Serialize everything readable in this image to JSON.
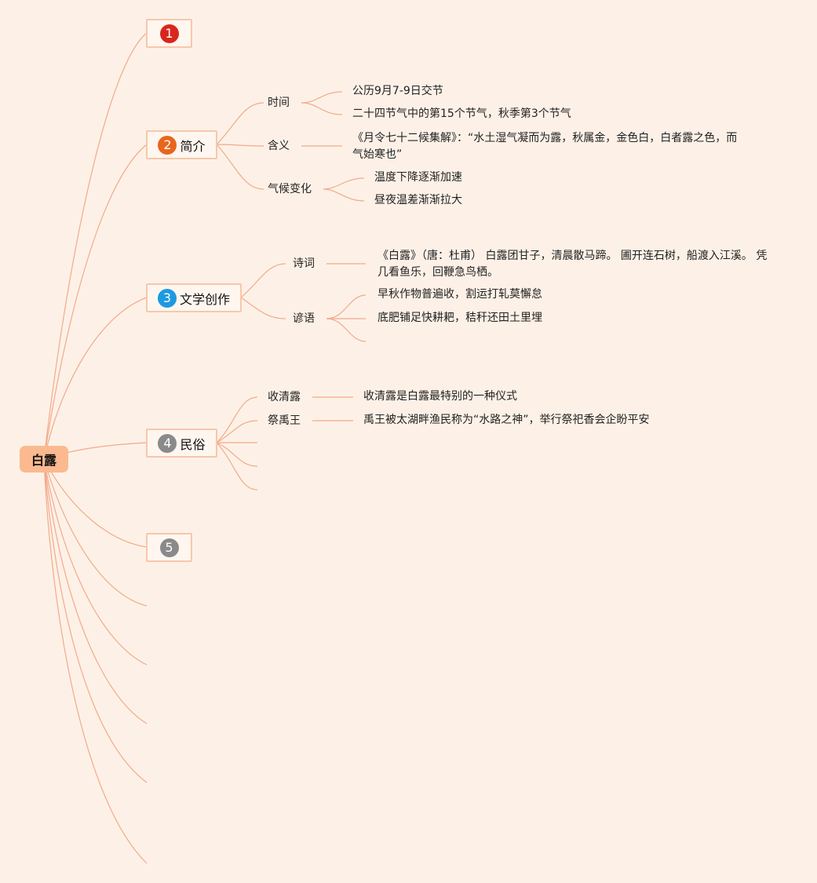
{
  "root": {
    "label": "白露",
    "color": "#fbb98f"
  },
  "colors": {
    "background": "#fdf1e7",
    "line": "#f4a98a",
    "branch_border": "#f8c7ab"
  },
  "branches": [
    {
      "number": "1",
      "label": "",
      "badge_color": "#d9261c"
    },
    {
      "number": "2",
      "label": "简介",
      "badge_color": "#e8661c",
      "children": [
        {
          "label": "时间",
          "leaves": [
            "公历9月7-9日交节",
            "二十四节气中的第15个节气，秋季第3个节气"
          ]
        },
        {
          "label": "含义",
          "leaves": [
            "《月令七十二候集解》：“水土湿气凝而为露，秋属金，金色白，白者露之色，而气始寒也”"
          ]
        },
        {
          "label": "气候变化",
          "leaves": [
            "温度下降逐渐加速",
            "昼夜温差渐渐拉大"
          ]
        }
      ]
    },
    {
      "number": "3",
      "label": "文学创作",
      "badge_color": "#1d9ae0",
      "children": [
        {
          "label": "诗词",
          "leaves": [
            "《白露》（唐：杜甫） 白露团甘子，清晨散马蹄。 圃开连石树，船渡入江溪。 凭几看鱼乐，回鞭急鸟栖。"
          ]
        },
        {
          "label": "谚语",
          "leaves": [
            "早秋作物普遍收，割运打轧莫懈怠",
            "底肥铺足快耕耙，秸秆还田土里埋"
          ]
        }
      ]
    },
    {
      "number": "4",
      "label": "民俗",
      "badge_color": "#8a8a8a",
      "children": [
        {
          "label": "收清露",
          "leaves": [
            "收清露是白露最特别的一种仪式"
          ]
        },
        {
          "label": "祭禹王",
          "leaves": [
            "禹王被太湖畔渔民称为“水路之神”，举行祭祀香会企盼平安"
          ]
        }
      ]
    },
    {
      "number": "5",
      "label": "",
      "badge_color": "#8a8a8a"
    }
  ]
}
